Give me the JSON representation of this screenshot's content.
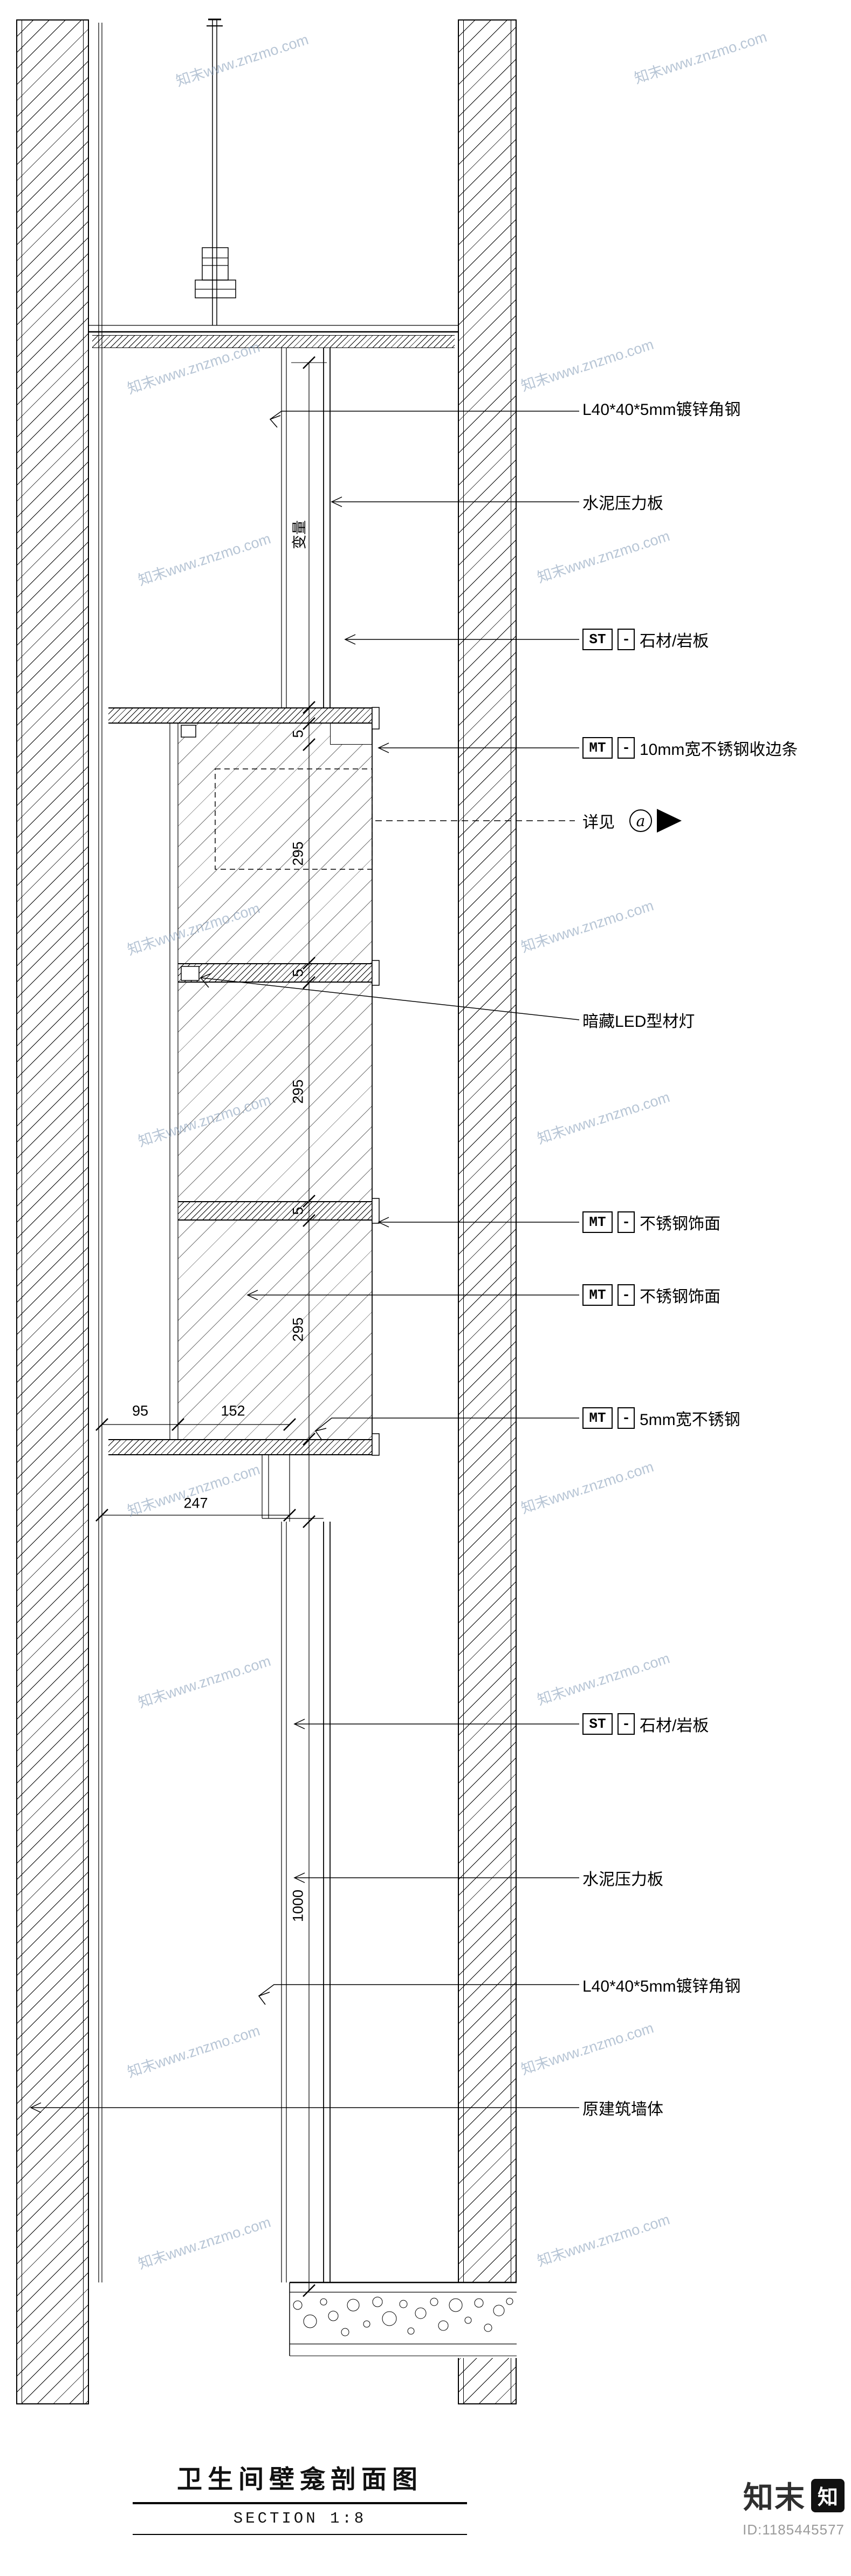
{
  "watermark": {
    "text": "知末www.znzmo.com"
  },
  "drawing": {
    "title": "卫生间壁龛剖面图",
    "scale_label": "SECTION 1:8"
  },
  "brand": {
    "name": "知末",
    "badge": "知",
    "id": "ID:1185445577"
  },
  "detail_ref": {
    "text": "详见",
    "letter": "a"
  },
  "dims": {
    "variable": "变量",
    "gap": "5",
    "cell": "295",
    "d95": "95",
    "d152": "152",
    "d247": "247",
    "d1000": "1000"
  },
  "labels": {
    "angle_steel_top": {
      "text": "L40*40*5mm镀锌角钢"
    },
    "cement_board_top": {
      "text": "水泥压力板"
    },
    "stone_top": {
      "tag": "ST",
      "dash": "-",
      "text": "石材/岩板"
    },
    "trim_10mm": {
      "tag": "MT",
      "dash": "-",
      "text": "10mm宽不锈钢收边条"
    },
    "led": {
      "text": "暗藏LED型材灯"
    },
    "ss_face_1": {
      "tag": "MT",
      "dash": "-",
      "text": "不锈钢饰面"
    },
    "ss_face_2": {
      "tag": "MT",
      "dash": "-",
      "text": "不锈钢饰面"
    },
    "ss_5mm": {
      "tag": "MT",
      "dash": "-",
      "text": "5mm宽不锈钢"
    },
    "stone_bottom": {
      "tag": "ST",
      "dash": "-",
      "text": "石材/岩板"
    },
    "cement_board_bottom": {
      "text": "水泥压力板"
    },
    "angle_steel_bottom": {
      "text": "L40*40*5mm镀锌角钢"
    },
    "original_wall": {
      "text": "原建筑墙体"
    }
  }
}
